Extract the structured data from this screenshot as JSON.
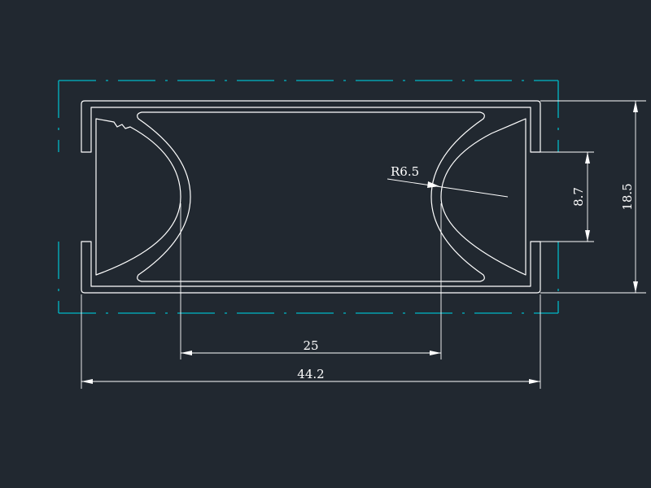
{
  "drawing": {
    "background_color": "#212830",
    "profile_color": "#ffffff",
    "centerline_color": "#00b8c8",
    "dimensions": {
      "radius_label": "R6.5",
      "inner_width": "25",
      "overall_width": "44.2",
      "slot_height": "8.7",
      "overall_height": "18.5"
    }
  }
}
